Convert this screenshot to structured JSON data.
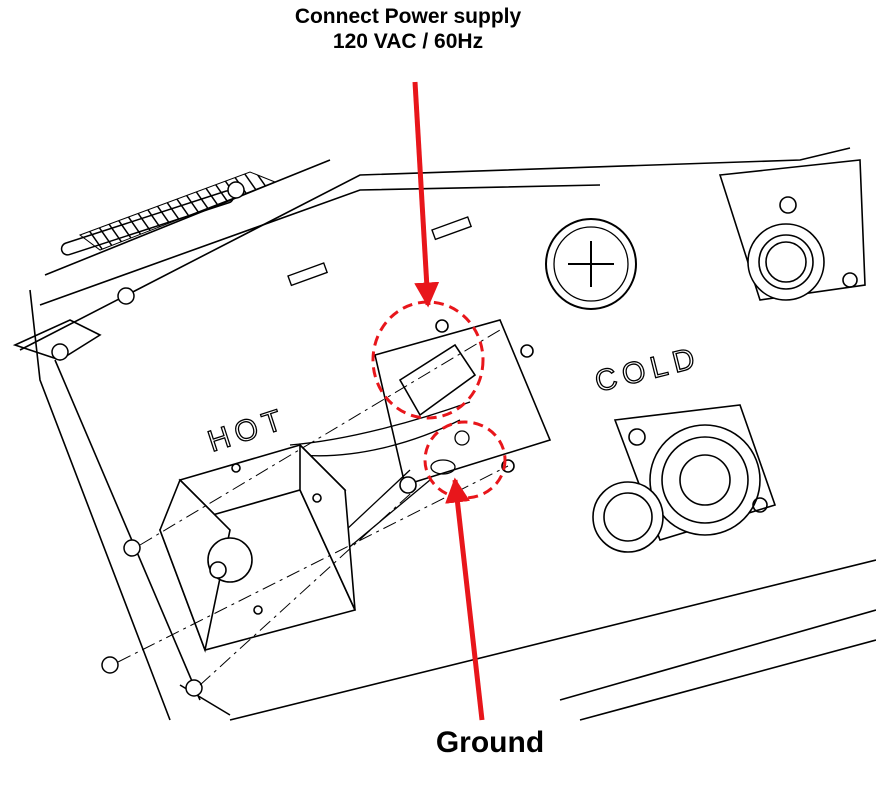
{
  "callouts": {
    "power_line1": "Connect Power supply",
    "power_line2": "120 VAC / 60Hz",
    "ground": "Ground"
  },
  "labels": {
    "hot": "HOT",
    "cold": "COLD"
  },
  "colors": {
    "callout_arrow": "#e8161b",
    "line_art": "#000000",
    "background": "#ffffff"
  },
  "icons": {
    "fill_cap": "cross-cap-icon",
    "screw": "screw-icon"
  }
}
